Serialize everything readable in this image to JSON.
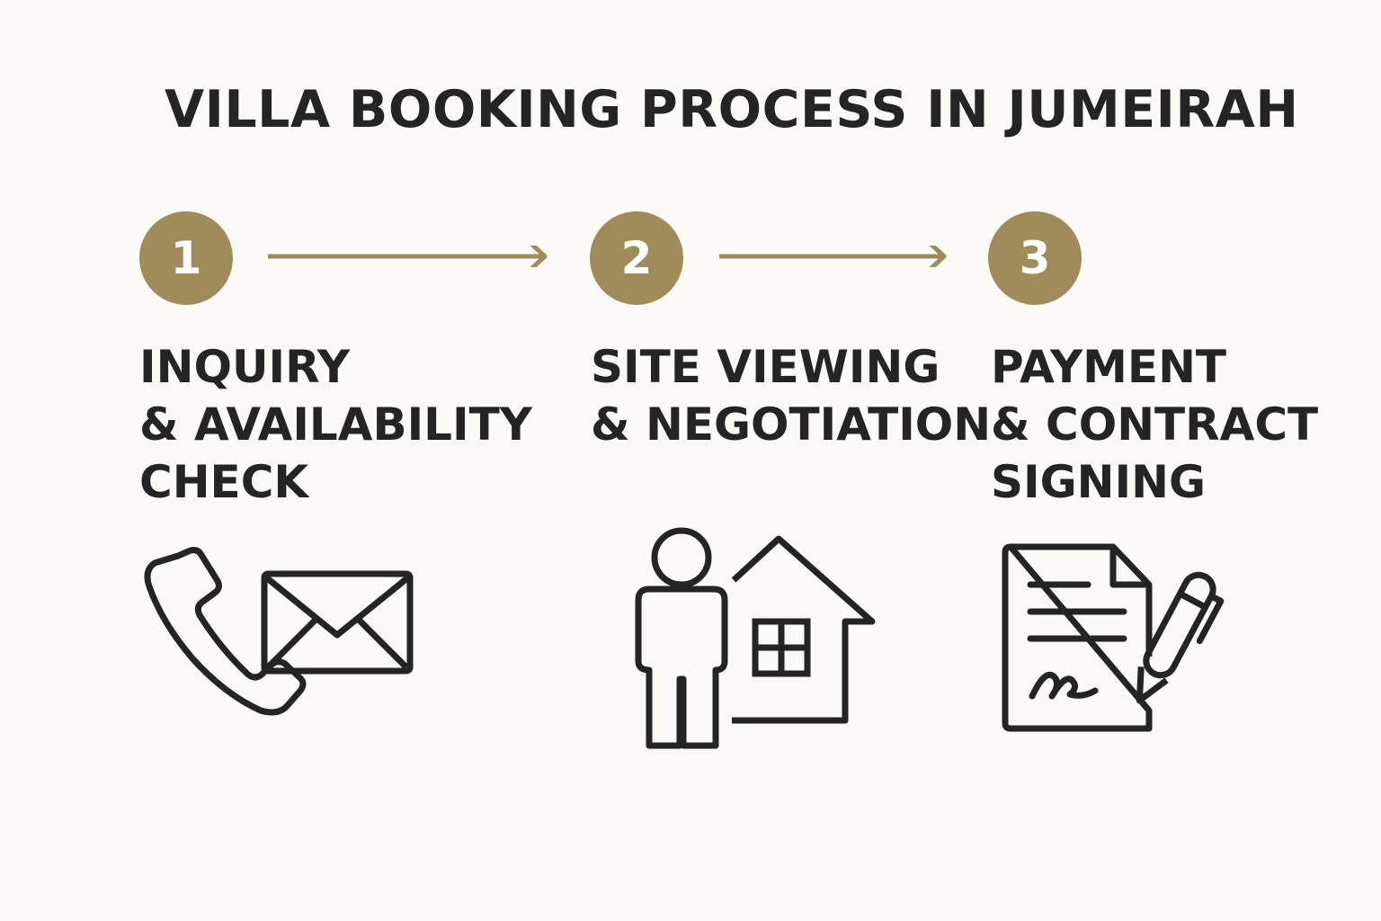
{
  "title": "VILLA BOOKING PROCESS IN JUMEIRAH",
  "colors": {
    "accent": "#a08c5b",
    "text": "#242424",
    "background": "#fbfaf6"
  },
  "steps": [
    {
      "number": "1",
      "lines": [
        "INQUIRY",
        "& AVAILABILITY",
        "CHECK"
      ],
      "icons": [
        "phone-icon",
        "envelope-icon"
      ]
    },
    {
      "number": "2",
      "lines": [
        "SITE VIEWING",
        "& NEGOTIATION"
      ],
      "icons": [
        "person-icon",
        "house-icon"
      ]
    },
    {
      "number": "3",
      "lines": [
        "PAYMENT",
        "& CONTRACT",
        "SIGNING"
      ],
      "icons": [
        "contract-document-icon",
        "pen-icon"
      ]
    }
  ]
}
